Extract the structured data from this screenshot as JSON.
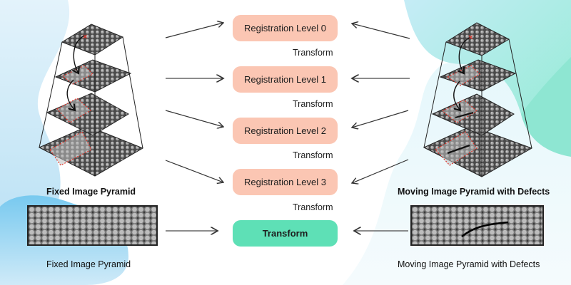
{
  "diagram": {
    "registration_boxes": [
      {
        "label": "Registration Level 0"
      },
      {
        "label": "Registration Level 1"
      },
      {
        "label": "Registration Level 2"
      },
      {
        "label": "Registration Level 3"
      }
    ],
    "transform_labels": [
      "Transform",
      "Transform",
      "Transform",
      "Transform"
    ],
    "final_box": {
      "label": "Transform"
    },
    "left_pyramid": {
      "caption": "Fixed Image Pyramid"
    },
    "right_pyramid": {
      "caption": "Moving Image Pyramid with Defects"
    },
    "left_strip": {
      "caption": "Fixed Image Pyramid"
    },
    "right_strip": {
      "caption": "Moving Image Pyramid with Defects"
    },
    "colors": {
      "registration_box": "#fbc6b3",
      "final_box": "#5ee0b6",
      "left_blob": "#bfe3f5",
      "right_blob": "#a7ece0",
      "roi_dashed": "#e0362c"
    }
  }
}
